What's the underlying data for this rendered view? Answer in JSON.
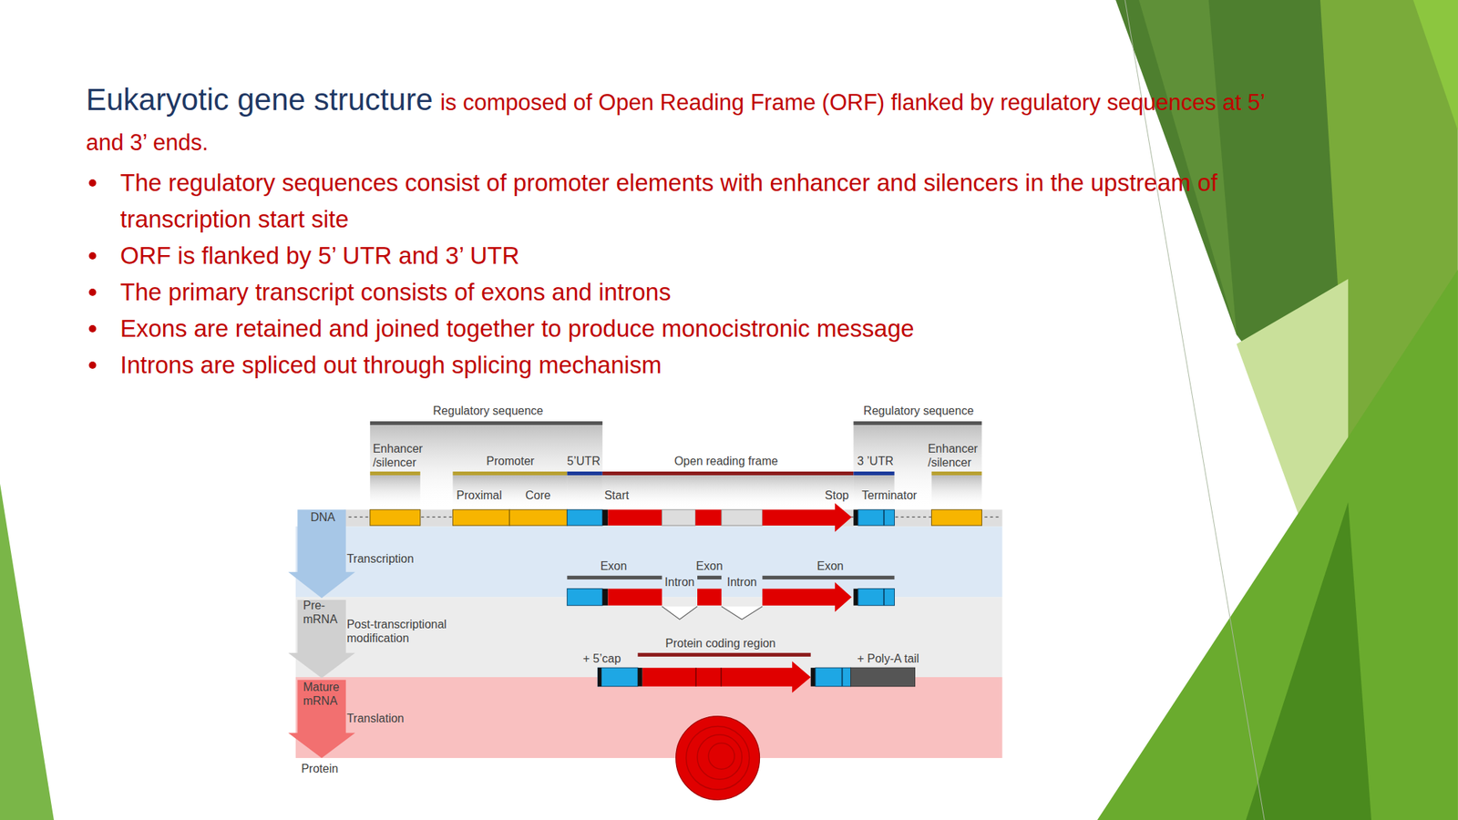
{
  "diagram": {
    "title": "Eukaryotic gene structure",
    "labels": [
      "is composed of Open Reading Frame (ORF) flanked by regulatory sequences at 5’ and 3’ ends.",
      "The regulatory sequences consist of promoter elements with enhancer and silencers in the upstream of transcription start site",
      "ORF is flanked by 5’ UTR and 3’ UTR",
      "The primary transcript consists of exons and introns",
      "Exons are retained and joined together to produce monocistronic message",
      "Introns are spliced out through splicing mechanism",
      "Regulatory sequence",
      "Regulatory sequence",
      "Enhancer /silencer",
      "Promoter",
      "5’UTR",
      "Open reading frame",
      "3 ’UTR",
      "Enhancer /silencer",
      "Proximal",
      "Core",
      "Start",
      "Stop",
      "Terminator",
      "DNA",
      "Transcription",
      "Exon",
      "Exon",
      "Exon",
      "Intron",
      "Intron",
      "Pre- mRNA",
      "Post-transcriptional modification",
      "Protein coding region",
      "+ 5’cap",
      "+ Poly-A tail",
      "Mature mRNA",
      "Translation",
      "Protein"
    ]
  }
}
